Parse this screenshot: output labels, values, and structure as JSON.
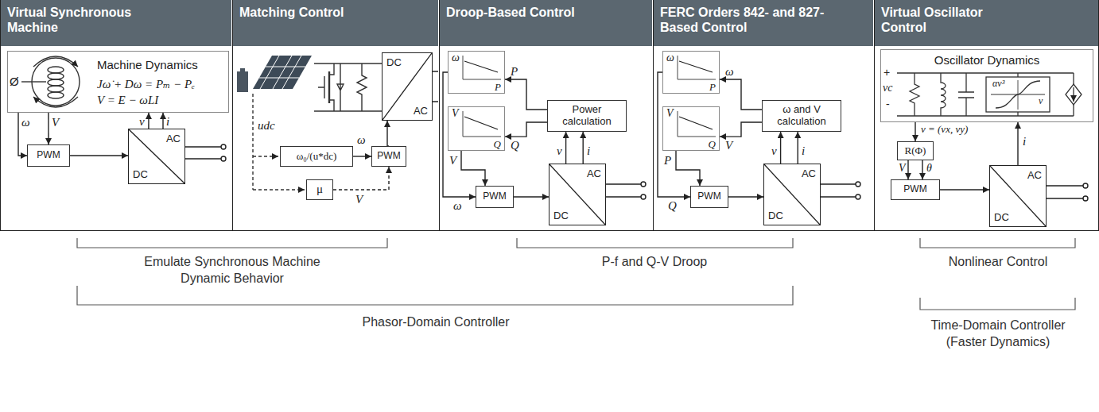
{
  "diagram": {
    "nodes": [
      {
        "text": [
          "Virtual Synchronous Machine"
        ]
      },
      {
        "text": [
          "Machine Dynamics",
          "Jω̇ + Dω = Pₘ − Pₑ",
          "V = E − ωLI"
        ],
        "in": 0
      },
      {
        "text": [
          "PWM"
        ],
        "in": 0
      },
      {
        "text": [
          "DC",
          "AC"
        ],
        "in": 0
      },
      {
        "text": [
          "Matching Control"
        ]
      },
      {
        "text": [
          "DC",
          "AC"
        ],
        "in": 4
      },
      {
        "text": [
          "ω₀/(u*dc)"
        ],
        "in": 4
      },
      {
        "text": [
          "PWM"
        ],
        "in": 4
      },
      {
        "text": [
          "μ"
        ],
        "in": 4
      },
      {
        "text": [
          "Droop-Based Control"
        ]
      },
      {
        "text": [
          "ω",
          "P"
        ],
        "in": 9
      },
      {
        "text": [
          "V",
          "Q"
        ],
        "in": 9
      },
      {
        "text": [
          "Power calculation"
        ],
        "in": 9
      },
      {
        "text": [
          "PWM"
        ],
        "in": 9
      },
      {
        "text": [
          "DC",
          "AC"
        ],
        "in": 9
      },
      {
        "text": [
          "FERC Orders 842- and 827-Based Control"
        ]
      },
      {
        "text": [
          "ω",
          "P"
        ],
        "in": 15
      },
      {
        "text": [
          "V",
          "Q"
        ],
        "in": 15
      },
      {
        "text": [
          "ω and V calculation"
        ],
        "in": 15
      },
      {
        "text": [
          "PWM"
        ],
        "in": 15
      },
      {
        "text": [
          "DC",
          "AC"
        ],
        "in": 15
      },
      {
        "text": [
          "Virtual Oscillator Control"
        ]
      },
      {
        "text": [
          "Oscillator Dynamics"
        ],
        "in": 21
      },
      {
        "text": [
          "R(Φ)"
        ],
        "in": 21
      },
      {
        "text": [
          "PWM"
        ],
        "in": 21
      },
      {
        "text": [
          "DC",
          "AC"
        ],
        "in": 21
      }
    ],
    "edges": [
      {
        "from": 1,
        "to": 2,
        "arrow": "to"
      },
      {
        "from": 1,
        "to": 2,
        "arrow": "to"
      },
      {
        "from": 2,
        "to": 3,
        "arrow": "to"
      },
      {
        "from": 3,
        "to": 1,
        "arrow": "to"
      },
      {
        "from": 3,
        "to": 1,
        "arrow": "to"
      },
      {
        "from": 6,
        "to": 7,
        "arrow": "to"
      },
      {
        "from": 8,
        "to": 7,
        "arrow": "to"
      },
      {
        "from": 7,
        "to": 5,
        "arrow": "to"
      },
      {
        "from": 12,
        "to": 10,
        "arrow": "to"
      },
      {
        "from": 12,
        "to": 11,
        "arrow": "to"
      },
      {
        "from": 10,
        "to": 13,
        "arrow": "to"
      },
      {
        "from": 11,
        "to": 13,
        "arrow": "to"
      },
      {
        "from": 13,
        "to": 14,
        "arrow": "to"
      },
      {
        "from": 14,
        "to": 12,
        "arrow": "to"
      },
      {
        "from": 14,
        "to": 12,
        "arrow": "to"
      },
      {
        "from": 18,
        "to": 16,
        "arrow": "to"
      },
      {
        "from": 18,
        "to": 17,
        "arrow": "to"
      },
      {
        "from": 16,
        "to": 19,
        "arrow": "to"
      },
      {
        "from": 17,
        "to": 19,
        "arrow": "to"
      },
      {
        "from": 19,
        "to": 20,
        "arrow": "to"
      },
      {
        "from": 20,
        "to": 18,
        "arrow": "to"
      },
      {
        "from": 20,
        "to": 18,
        "arrow": "to"
      },
      {
        "from": 22,
        "to": 23,
        "arrow": "to"
      },
      {
        "from": 23,
        "to": 24,
        "arrow": "to"
      },
      {
        "from": 23,
        "to": 24,
        "arrow": "to"
      },
      {
        "from": 24,
        "to": 25,
        "arrow": "to"
      },
      {
        "from": 25,
        "to": 22,
        "arrow": "to"
      }
    ],
    "labels": [
      "ω",
      "V",
      "v",
      "i",
      "udc",
      "ω",
      "V",
      "P",
      "Q",
      "V",
      "ω",
      "v",
      "i",
      "ω",
      "V",
      "P",
      "Q",
      "v",
      "i",
      "+",
      "vc",
      "-",
      "αv³",
      "v",
      "v = (vx, vy)",
      "V",
      "θ",
      "i",
      "Emulate Synchronous Machine Dynamic Behavior",
      "P-f and Q-V Droop",
      "Nonlinear Control",
      "Phasor-Domain Controller",
      "Time-Domain Controller (Faster Dynamics)",
      "Ø"
    ]
  }
}
